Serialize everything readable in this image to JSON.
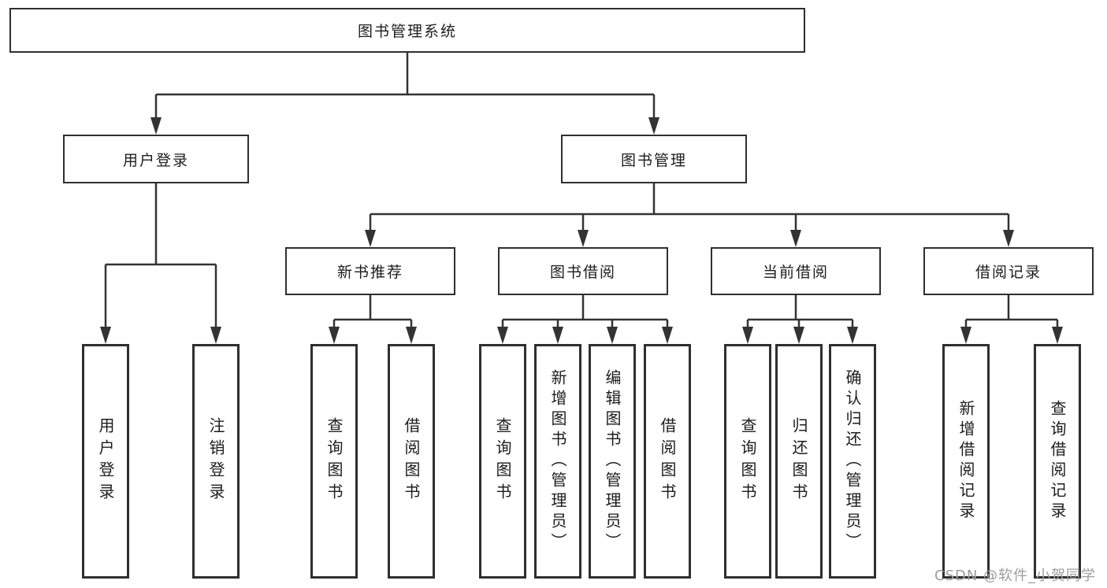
{
  "diagram": {
    "type": "hierarchy",
    "title": "图书管理系统"
  },
  "nodes": {
    "root": {
      "label": "图书管理系统"
    },
    "user_login": {
      "label": "用户登录"
    },
    "book_mgmt": {
      "label": "图书管理"
    },
    "ul_login": {
      "label": "用户登录"
    },
    "ul_logout": {
      "label": "注销登录"
    },
    "new_book_rec": {
      "label": "新书推荐"
    },
    "book_borrow": {
      "label": "图书借阅"
    },
    "current_borrow": {
      "label": "当前借阅"
    },
    "borrow_record": {
      "label": "借阅记录"
    },
    "rec_query": {
      "label": "查询图书"
    },
    "rec_borrow": {
      "label": "借阅图书"
    },
    "bb_query": {
      "label": "查询图书"
    },
    "bb_add": {
      "label": "新增图书（管理员）"
    },
    "bb_edit": {
      "label": "编辑图书（管理员）"
    },
    "bb_borrow": {
      "label": "借阅图书"
    },
    "cb_query": {
      "label": "查询图书"
    },
    "cb_return": {
      "label": "归还图书"
    },
    "cb_confirm": {
      "label": "确认归还（管理员）"
    },
    "br_add": {
      "label": "新增借阅记录"
    },
    "br_query": {
      "label": "查询借阅记录"
    }
  },
  "edges": [
    [
      "root",
      "user_login"
    ],
    [
      "root",
      "book_mgmt"
    ],
    [
      "user_login",
      "ul_login"
    ],
    [
      "user_login",
      "ul_logout"
    ],
    [
      "book_mgmt",
      "new_book_rec"
    ],
    [
      "book_mgmt",
      "book_borrow"
    ],
    [
      "book_mgmt",
      "current_borrow"
    ],
    [
      "book_mgmt",
      "borrow_record"
    ],
    [
      "new_book_rec",
      "rec_query"
    ],
    [
      "new_book_rec",
      "rec_borrow"
    ],
    [
      "book_borrow",
      "bb_query"
    ],
    [
      "book_borrow",
      "bb_add"
    ],
    [
      "book_borrow",
      "bb_edit"
    ],
    [
      "book_borrow",
      "bb_borrow"
    ],
    [
      "current_borrow",
      "cb_query"
    ],
    [
      "current_borrow",
      "cb_return"
    ],
    [
      "current_borrow",
      "cb_confirm"
    ],
    [
      "borrow_record",
      "br_add"
    ],
    [
      "borrow_record",
      "br_query"
    ]
  ],
  "watermark": {
    "text": "CSDN @软件_小贺同学",
    "color": "#9d9d9d"
  },
  "colors": {
    "line": "#333333",
    "box_border": "#2f2f2f",
    "box_bg": "#ffffff",
    "text": "#1c1c1c"
  }
}
